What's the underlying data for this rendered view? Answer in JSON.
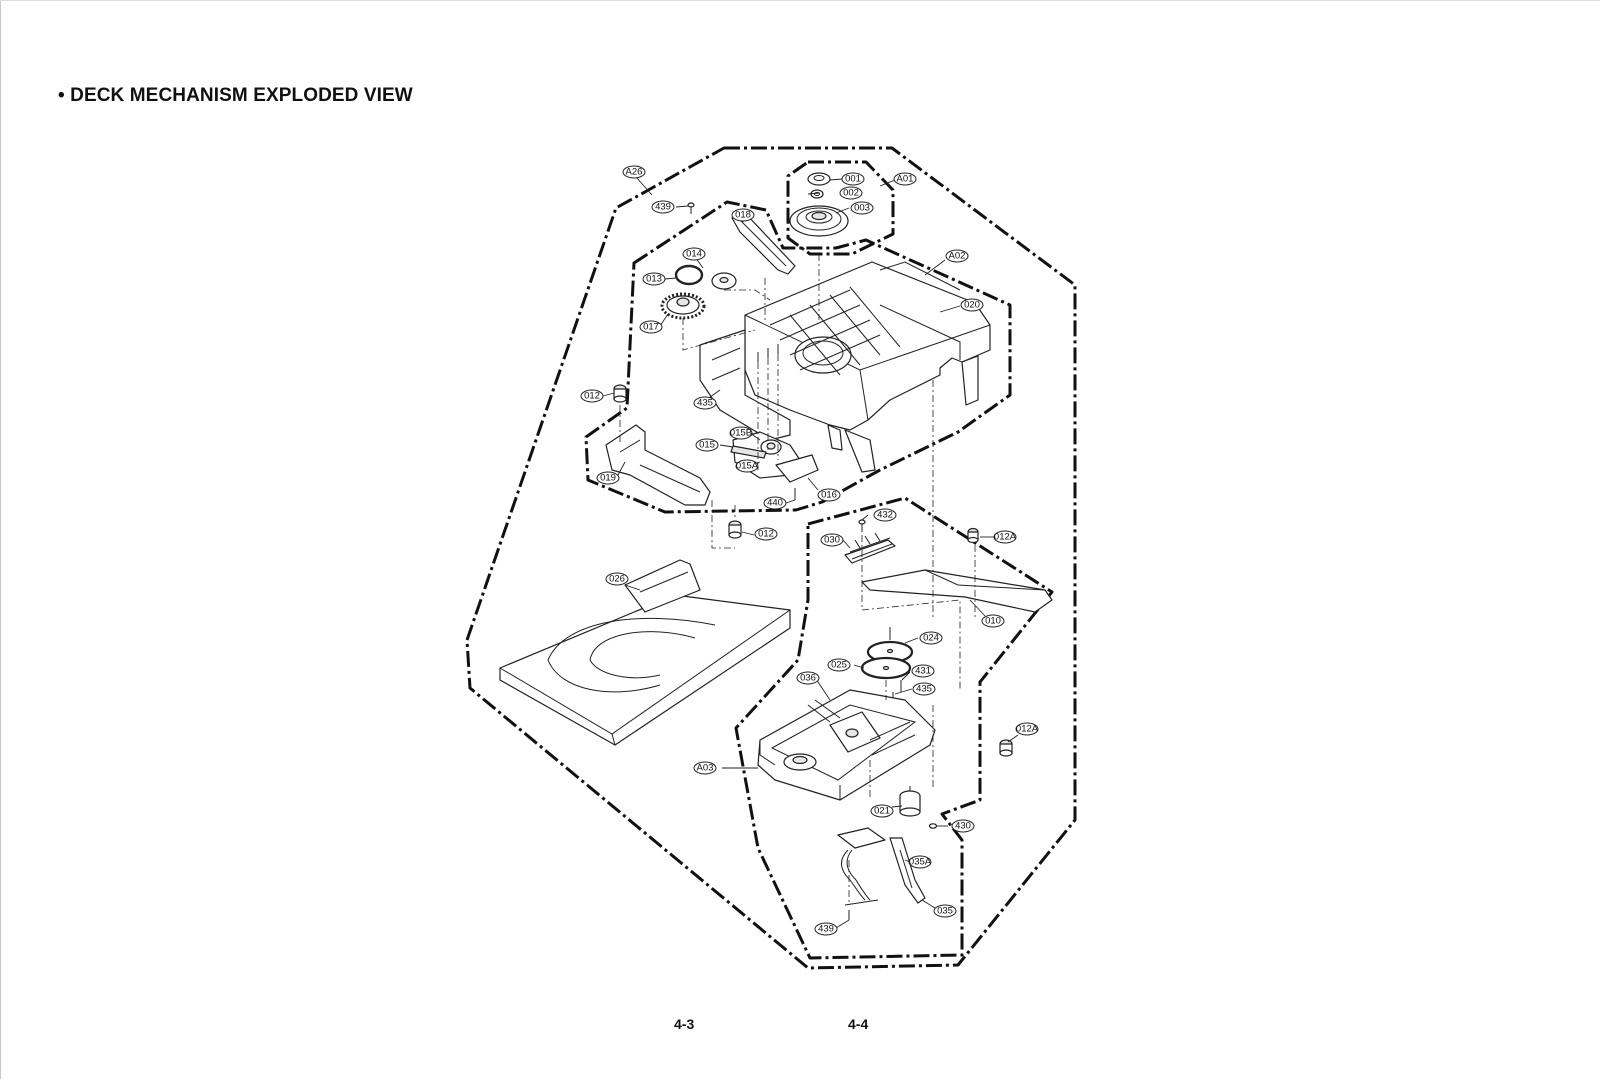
{
  "title": "• DECK MECHANISM EXPLODED VIEW",
  "page_numbers": {
    "left": "4-3",
    "right": "4-4"
  },
  "callouts": {
    "A26": "A26",
    "A01": "A01",
    "A02": "A02",
    "A03": "A03",
    "p001": "001",
    "p002": "002",
    "p003": "003",
    "p439a": "439",
    "p018": "018",
    "p014": "014",
    "p013": "013",
    "p017": "017",
    "p020": "020",
    "p435a": "435",
    "p012a": "012",
    "p015": "015",
    "p015B": "015B",
    "p015A": "015A",
    "p019": "019",
    "p440": "440",
    "p016": "016",
    "p012b": "012",
    "p432": "432",
    "p030": "030",
    "p012Aa": "012A",
    "p026": "026",
    "p010": "010",
    "p024": "024",
    "p025": "025",
    "p036": "036",
    "p431": "431",
    "p435b": "435",
    "p012Ab": "012A",
    "p021": "021",
    "p430": "430",
    "p035A": "035A",
    "p035": "035",
    "p439b": "439"
  }
}
